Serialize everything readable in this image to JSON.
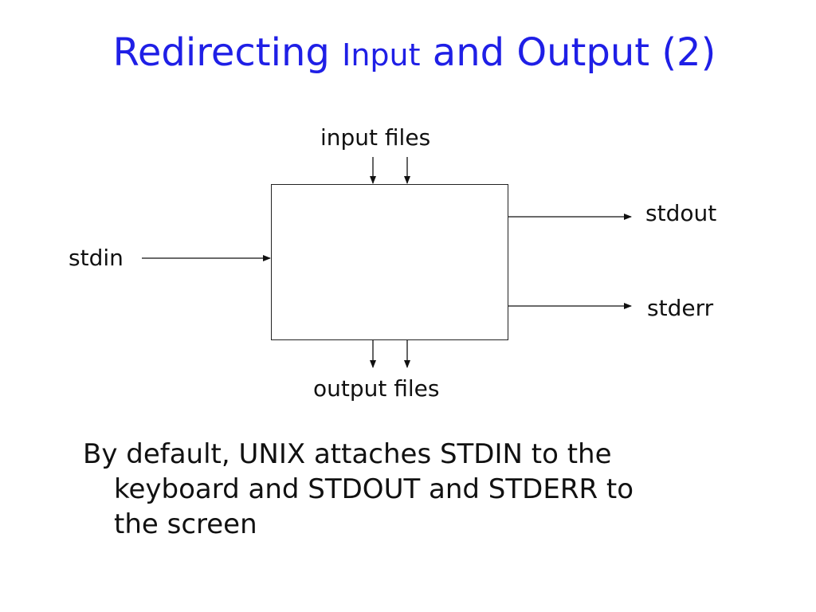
{
  "slide": {
    "title_part1": "Redirecting ",
    "title_part2": "Input",
    "title_part3": " and Output (2)"
  },
  "diagram": {
    "input_files_label": "input files",
    "stdin_label": "stdin",
    "stdout_label": "stdout",
    "stderr_label": "stderr",
    "output_files_label": "output files"
  },
  "body": {
    "line1": "By default, UNIX attaches STDIN to the",
    "line2": "keyboard and STDOUT and STDERR to",
    "line3": "the screen"
  },
  "colors": {
    "title": "#1f1fe6",
    "text": "#111111"
  }
}
